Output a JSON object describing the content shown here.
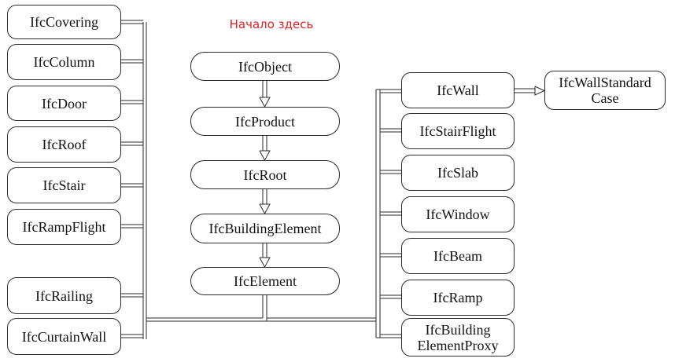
{
  "title": "Начало здесь",
  "colors": {
    "title": "#e02020",
    "line": "#2a2a2a"
  },
  "left_column": [
    "IfcCovering",
    "IfcColumn",
    "IfcDoor",
    "IfcRoof",
    "IfcStair",
    "IfcRampFlight",
    "IfcRailing",
    "IfcCurtainWall"
  ],
  "center_column": [
    "IfcObject",
    "IfcProduct",
    "IfcRoot",
    "IfcBuildingElement",
    "IfcElement"
  ],
  "right_column": [
    "IfcWall",
    "IfcStairFlight",
    "IfcSlab",
    "IfcWindow",
    "IfcBeam",
    "IfcRamp",
    "IfcBuilding\nElementProxy"
  ],
  "far_right": "IfcWallStandard\nCase"
}
